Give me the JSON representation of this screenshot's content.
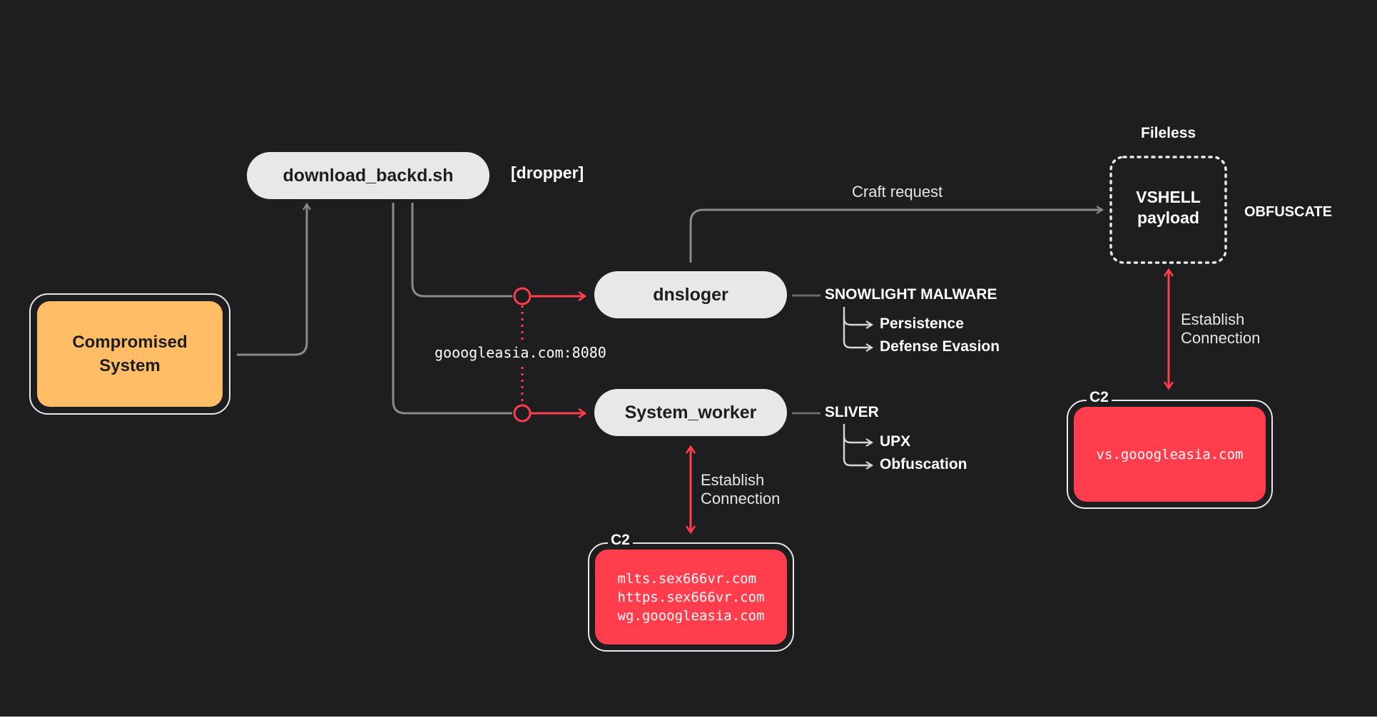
{
  "nodes": {
    "dropper": "download_backd.sh",
    "dropper_tag": "[dropper]",
    "compromised": "Compromised\nSystem",
    "dnsloger": "dnsloger",
    "system_worker": "System_worker",
    "domain_port": "gooogleasia.com:8080",
    "payload": "VSHELL\npayload",
    "fileless": "Fileless",
    "obfuscate": "OBFUSCATE",
    "craft_request": "Craft request"
  },
  "snowlight": {
    "title": "SNOWLIGHT MALWARE",
    "items": [
      "Persistence",
      "Defense Evasion"
    ]
  },
  "sliver": {
    "title": "SLIVER",
    "items": [
      "UPX",
      "Obfuscation"
    ]
  },
  "c2_bottom": {
    "label": "C2",
    "domains": [
      "mlts.sex666vr.com",
      "https.sex666vr.com",
      "wg.gooogleasia.com"
    ],
    "connection": "Establish\nConnection"
  },
  "c2_right": {
    "label": "C2",
    "domains": [
      "vs.gooogleasia.com"
    ],
    "connection": "Establish\nConnection"
  },
  "colors": {
    "background": "#1e1d1f",
    "pill": "#e8e8ea",
    "orange": "#ffbd66",
    "red": "#ff3d4d",
    "arrow_gray": "#8a8a8c"
  }
}
